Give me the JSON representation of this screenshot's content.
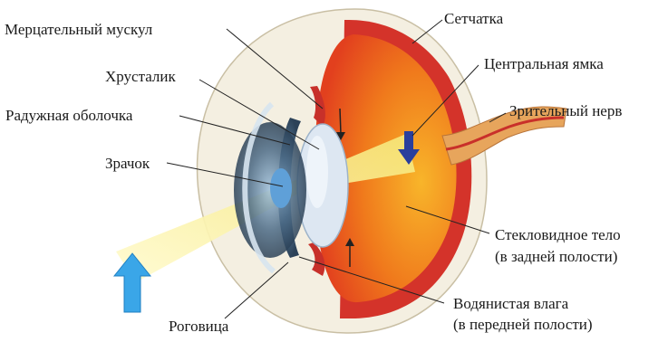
{
  "labels": {
    "ciliary_muscle": "Мерцательный мускул",
    "lens": "Хрусталик",
    "iris": "Радужная оболочка",
    "pupil": "Зрачок",
    "cornea": "Роговица",
    "retina": "Сетчатка",
    "fovea": "Центральная ямка",
    "optic_nerve": "Зрительный нерв",
    "vitreous_line1": "Стекловидное тело",
    "vitreous_line2": "(в задней полости)",
    "aqueous_line1": "Водянистая влага",
    "aqueous_line2": "(в передней полости)"
  },
  "colors": {
    "sclera": "#f4efe1",
    "choroid": "#d4332a",
    "interior_outer": "#e2401e",
    "interior_mid": "#f07a1c",
    "interior_inner": "#f8b52a",
    "lens": "#dde7f2",
    "iris": "#4b6a86",
    "light_beam": "#fbf29a",
    "arrow_in": "#3aa6e8",
    "arrow_out": "#2a3f9c",
    "nerve": "#e7a55c"
  }
}
